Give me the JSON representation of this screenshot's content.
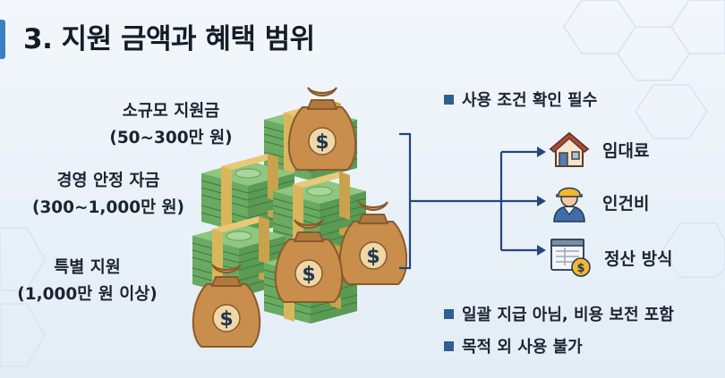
{
  "title": "3. 지원 금액과 혜택 범위",
  "tiers": [
    {
      "name": "소규모 지원금",
      "range": "(50~300만 원)"
    },
    {
      "name": "경영 안정 자금",
      "range": "(300~1,000만 원)"
    },
    {
      "name": "특별 지원",
      "range": "(1,000만 원 이상)"
    }
  ],
  "usage": {
    "heading": "사용 조건 확인 필수",
    "items": [
      {
        "label": "임대료",
        "icon": "house-icon"
      },
      {
        "label": "인건비",
        "icon": "worker-icon"
      },
      {
        "label": "정산 방식",
        "icon": "invoice-icon"
      }
    ]
  },
  "notes": [
    "일괄 지급 아님, 비용 보전 포함",
    "목적 외 사용 불가"
  ],
  "colors": {
    "accent": "#3d7fc4",
    "bullet": "#2f5f8f",
    "connector": "#24467a",
    "money_green": "#5fa35a",
    "money_band": "#d9b65c",
    "bag": "#c98d4c",
    "dollar": "#23374f"
  }
}
